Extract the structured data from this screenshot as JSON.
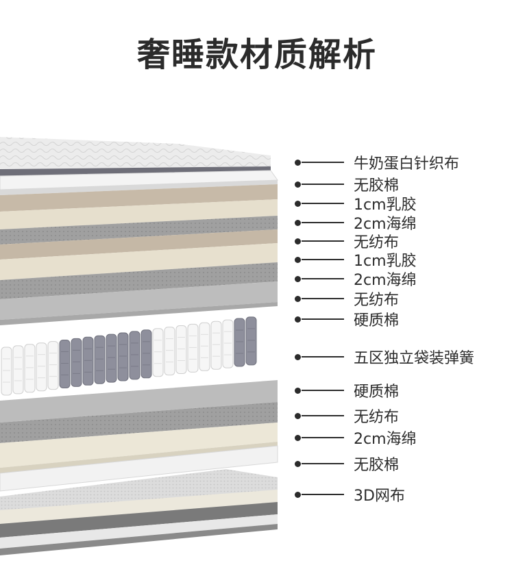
{
  "title": "奢睡款材质解析",
  "layers": [
    {
      "label": "牛奶蛋白针织布",
      "color": "#e9e9e9"
    },
    {
      "label": "无胶棉",
      "color": "#f1f1f1"
    },
    {
      "label": "1cm乳胶",
      "color": "#cbbfae"
    },
    {
      "label": "2cm海绵",
      "color": "#e6dfcf"
    },
    {
      "label": "无纺布",
      "color": "#9a9a9a"
    },
    {
      "label": "1cm乳胶",
      "color": "#c9bcaa"
    },
    {
      "label": "2cm海绵",
      "color": "#e7e0cf"
    },
    {
      "label": "无纺布",
      "color": "#a3a3a3"
    },
    {
      "label": "硬质棉",
      "color": "#bdbdbd"
    },
    {
      "label": "五区独立袋装弹簧",
      "color": "#f3f3f3"
    },
    {
      "label": "硬质棉",
      "color": "#bcbcbc"
    },
    {
      "label": "无纺布",
      "color": "#a5a5a5"
    },
    {
      "label": "2cm海绵",
      "color": "#ebe6d6"
    },
    {
      "label": "无胶棉",
      "color": "#f0f0f0"
    },
    {
      "label": "3D网布",
      "color": "#dcdcdc"
    }
  ]
}
